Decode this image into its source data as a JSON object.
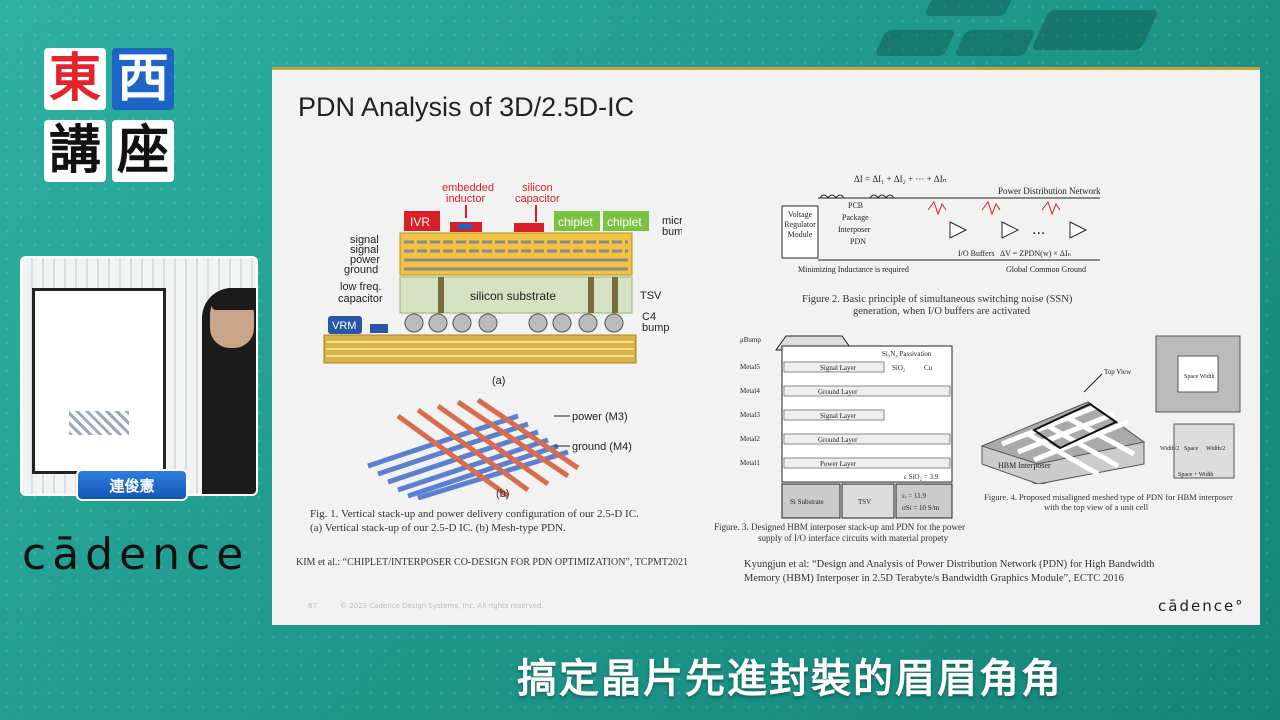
{
  "logo": {
    "c1": "東",
    "c2": "西",
    "c3": "講",
    "c4": "座"
  },
  "presenter_name": "連俊憲",
  "brand_left": "cādence",
  "slide": {
    "title": "PDN Analysis of 3D/2.5D-IC",
    "fig1a": {
      "embedded_inductor": "embedded",
      "embedded_inductor2": "inductor",
      "silicon_capacitor": "silicon",
      "silicon_capacitor2": "capacitor",
      "ivr": "IVR",
      "chiplet1": "chiplet",
      "chiplet2": "chiplet",
      "micro_bump": "micro-",
      "micro_bump2": "bump",
      "signal1": "signal",
      "signal2": "signal",
      "power": "power",
      "ground": "ground",
      "low_freq": "low freq.",
      "low_freq2": "capacitor",
      "silicon_substrate": "silicon substrate",
      "tsv": "TSV",
      "vrm": "VRM",
      "c4": "C4",
      "c4b": "bump",
      "label": "(a)"
    },
    "fig1b": {
      "power": "power (M3)",
      "ground": "ground (M4)",
      "label": "(b)"
    },
    "fig1_caption_1": "Fig. 1.    Vertical stack-up and power delivery configuration of our 2.5-D IC.",
    "fig1_caption_2": "(a) Vertical stack-up of our 2.5-D IC. (b) Mesh-type PDN.",
    "ref1": "KIM et al.: “CHIPLET/INTERPOSER CO-DESIGN FOR PDN OPTIMIZATION”, TCPMT2021",
    "fig2": {
      "delta_i": "ΔI = ΔI₁ + ΔI₂ + ··· + ΔIₙ",
      "pdn_title": "Power Distribution Network",
      "vrm": "Voltage Regulator Module",
      "pcb": "PCB",
      "package": "Package",
      "interposer": "Interposer",
      "pdn": "PDN",
      "io_buffers": "I/O Buffers",
      "delta_v": "ΔV = ZPDN(w) × ΔIₙ",
      "min_ind": "Minimizing Inductance is required",
      "gcg": "Global Common Ground",
      "caption_1": "Figure 2.    Basic principle of simultaneous switching noise (SSN)",
      "caption_2": "generation, when I/O buffers are activated"
    },
    "fig3": {
      "ubump": "μBump",
      "passivation": "Si₃N₄ Passivation",
      "metal5": "Metal5",
      "metal4": "Metal4",
      "metal3": "Metal3",
      "metal2": "Metal2",
      "metal1": "Metal1",
      "signal_layer": "Signal Layer",
      "sio2": "SiO₂",
      "cu": "Cu",
      "ground_layer": "Ground Layer",
      "signal_layer2": "Signal Layer",
      "ground_layer2": "Ground Layer",
      "power_layer": "Power Layer",
      "eps": "ε SiO₂ = 3.9",
      "si_sub": "Si Substrate",
      "tsv": "TSV",
      "eps2": "εᵣ = 11.9",
      "sigma": "σSi = 10 S/m",
      "caption_1": "Figure. 3. Designed HBM interposer stack-up and PDN for the power",
      "caption_2": "supply of I/O interface circuits with material propety"
    },
    "fig4": {
      "top_view": "Top View",
      "hbm": "HBM Interposer",
      "space_width": "Space Width",
      "width2": "Width/2",
      "space": "Space",
      "width2b": "Width/2",
      "sum": "Space + Width",
      "caption_1": "Figure. 4. Proposed misaligned meshed type of PDN for HBM interposer",
      "caption_2": "with the top view of a unit cell"
    },
    "ref2_1": "Kyungjun et al: “Design and Analysis of Power Distribution Network (PDN) for High Bandwidth",
    "ref2_2": "Memory (HBM) Interposer in 2.5D Terabyte/s Bandwidth Graphics Module”, ECTC 2016",
    "page_number": "67",
    "copyright": "© 2023 Cadence Design Systems, Inc. All rights reserved.",
    "brand": "cādence°"
  },
  "subtitle": "搞定晶片先進封裝的眉眉角角",
  "colors": {
    "red": "#e4232b",
    "blue": "#1e63c6",
    "teal": "#1f9a8e",
    "chiplet": "#7bc142",
    "ivr": "#d81f26"
  }
}
